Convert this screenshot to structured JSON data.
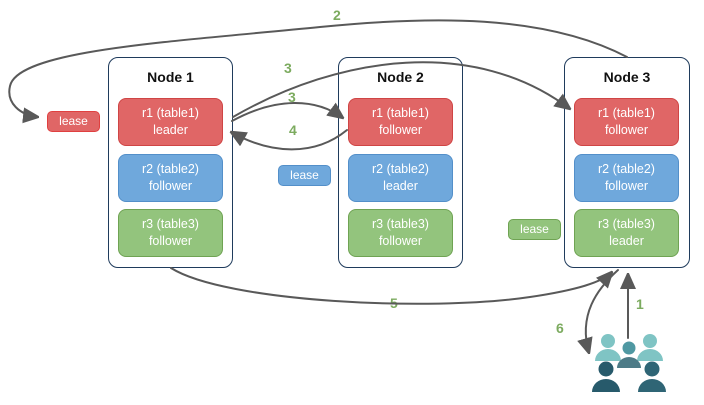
{
  "diagram": {
    "nodes": [
      {
        "title": "Node 1",
        "replicas": [
          {
            "name": "r1 (table1)",
            "role": "leader",
            "color": "red"
          },
          {
            "name": "r2 (table2)",
            "role": "follower",
            "color": "blue"
          },
          {
            "name": "r3 (table3)",
            "role": "follower",
            "color": "green"
          }
        ]
      },
      {
        "title": "Node 2",
        "replicas": [
          {
            "name": "r1 (table1)",
            "role": "follower",
            "color": "red"
          },
          {
            "name": "r2 (table2)",
            "role": "leader",
            "color": "blue"
          },
          {
            "name": "r3 (table3)",
            "role": "follower",
            "color": "green"
          }
        ]
      },
      {
        "title": "Node 3",
        "replicas": [
          {
            "name": "r1 (table1)",
            "role": "follower",
            "color": "red"
          },
          {
            "name": "r2 (table2)",
            "role": "follower",
            "color": "blue"
          },
          {
            "name": "r3 (table3)",
            "role": "leader",
            "color": "green"
          }
        ]
      }
    ],
    "leases": [
      {
        "label": "lease",
        "color": "red"
      },
      {
        "label": "lease",
        "color": "blue"
      },
      {
        "label": "lease",
        "color": "green"
      }
    ],
    "steps": [
      {
        "label": "1"
      },
      {
        "label": "2"
      },
      {
        "label": "3"
      },
      {
        "label": "3"
      },
      {
        "label": "4"
      },
      {
        "label": "5"
      },
      {
        "label": "6"
      }
    ],
    "icons": {
      "users_group": "users-group-icon"
    },
    "colors": {
      "red_fill": "#e06666",
      "red_border": "#cf4545",
      "blue_fill": "#6fa8dc",
      "blue_border": "#538fc9",
      "green_fill": "#93c47d",
      "green_border": "#6fa353",
      "node_border": "#1f3b5c",
      "arrow": "#595959",
      "step_label": "#7cab5f",
      "people_light": "#7fc4c4",
      "people_mid": "#4f98a2",
      "people_dark": "#2c5f6f"
    }
  }
}
